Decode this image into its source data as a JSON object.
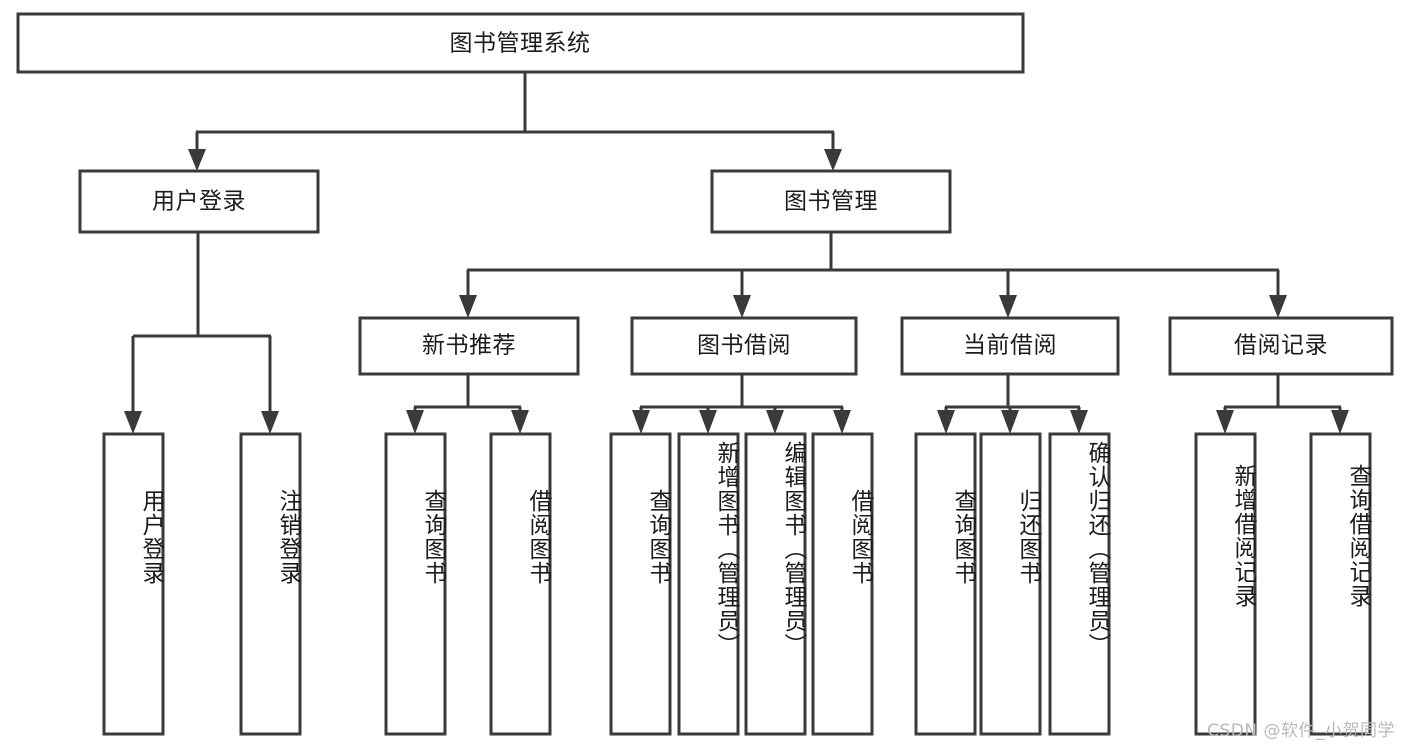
{
  "diagram": {
    "type": "tree-hierarchy",
    "title": "图书管理系统",
    "root": {
      "id": "root",
      "label": "图书管理系统"
    },
    "level2": [
      {
        "id": "user-login",
        "label": "用户登录"
      },
      {
        "id": "book-manage",
        "label": "图书管理"
      }
    ],
    "level3": [
      {
        "id": "new-book-recommend",
        "label": "新书推荐",
        "parent": "book-manage"
      },
      {
        "id": "book-borrow",
        "label": "图书借阅",
        "parent": "book-manage"
      },
      {
        "id": "current-borrow",
        "label": "当前借阅",
        "parent": "book-manage"
      },
      {
        "id": "borrow-record",
        "label": "借阅记录",
        "parent": "book-manage"
      }
    ],
    "leaves": [
      {
        "id": "leaf-user-login",
        "label": "用户登录",
        "parent": "user-login"
      },
      {
        "id": "leaf-logout",
        "label": "注销登录",
        "parent": "user-login"
      },
      {
        "id": "leaf-query-book-1",
        "label": "查询图书",
        "parent": "new-book-recommend"
      },
      {
        "id": "leaf-borrow-book-1",
        "label": "借阅图书",
        "parent": "new-book-recommend"
      },
      {
        "id": "leaf-query-book-2",
        "label": "查询图书",
        "parent": "book-borrow"
      },
      {
        "id": "leaf-add-book",
        "label": "新增图书（管理员）",
        "parent": "book-borrow"
      },
      {
        "id": "leaf-edit-book",
        "label": "编辑图书（管理员）",
        "parent": "book-borrow"
      },
      {
        "id": "leaf-borrow-book-2",
        "label": "借阅图书",
        "parent": "book-borrow"
      },
      {
        "id": "leaf-query-book-3",
        "label": "查询图书",
        "parent": "current-borrow"
      },
      {
        "id": "leaf-return-book",
        "label": "归还图书",
        "parent": "current-borrow"
      },
      {
        "id": "leaf-confirm-return",
        "label": "确认归还（管理员）",
        "parent": "current-borrow"
      },
      {
        "id": "leaf-add-record",
        "label": "新增借阅记录",
        "parent": "borrow-record"
      },
      {
        "id": "leaf-query-record",
        "label": "查询借阅记录",
        "parent": "borrow-record"
      }
    ],
    "watermark": "CSDN @软件_小贺同学",
    "colors": {
      "background": "#ffffff",
      "box_fill": "#ffffff",
      "box_stroke": "#3a3a3a",
      "text": "#1c1c1c",
      "watermark": "#b9b9b9"
    }
  }
}
